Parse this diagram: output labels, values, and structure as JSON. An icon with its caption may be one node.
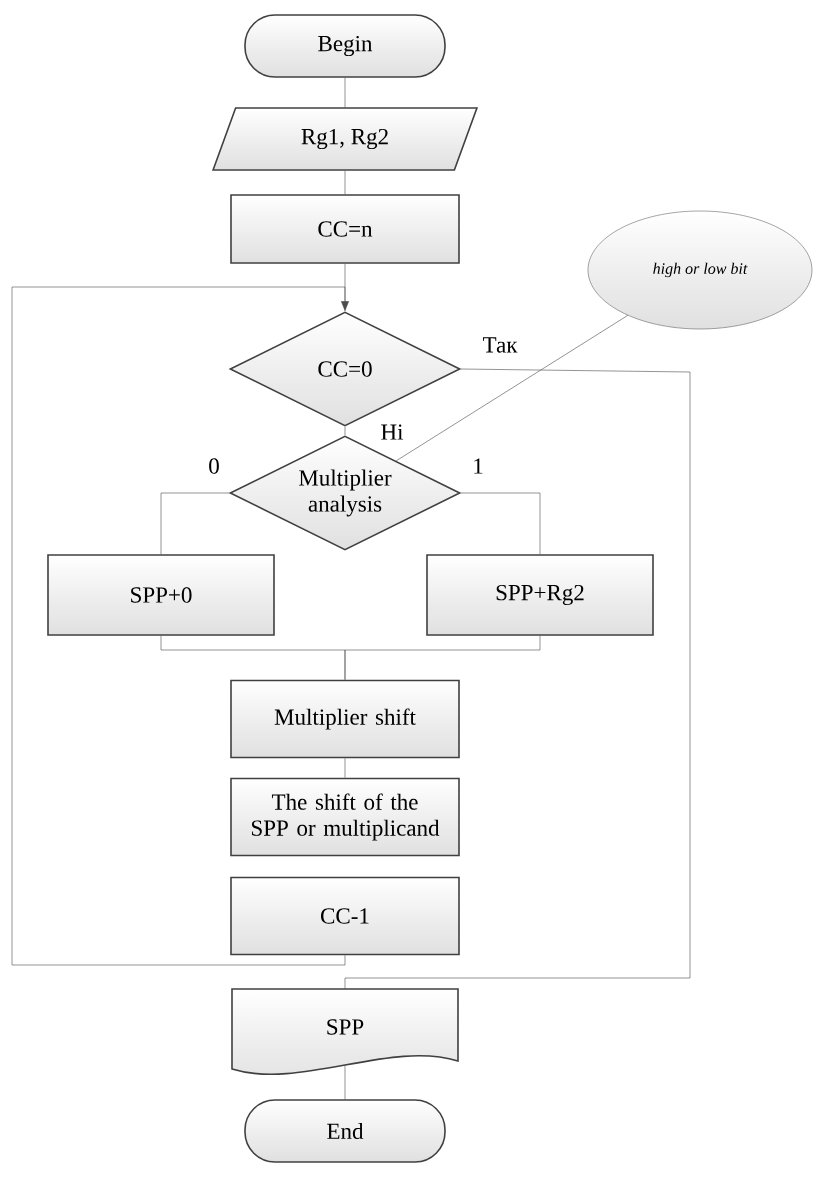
{
  "diagram": {
    "nodes": [
      {
        "text": [
          "Begin"
        ]
      },
      {
        "text": [
          "Rg1, Rg2"
        ]
      },
      {
        "text": [
          "CC=n"
        ]
      },
      {
        "text": [
          "high or low bit"
        ]
      },
      {
        "text": [
          "CC=0"
        ]
      },
      {
        "text": [
          "Multiplier analysis"
        ]
      },
      {
        "text": [
          "SPP+0"
        ]
      },
      {
        "text": [
          "SPP+Rg2"
        ]
      },
      {
        "text": [
          "Multiplier shift"
        ]
      },
      {
        "text": [
          "The shift of the SPP or multiplicand"
        ]
      },
      {
        "text": [
          "CC-1"
        ]
      },
      {
        "text": [
          "SPP"
        ]
      },
      {
        "text": [
          "End"
        ]
      }
    ],
    "edges": [
      {
        "from": 0,
        "to": 1,
        "arrow": "none"
      },
      {
        "from": 1,
        "to": 2,
        "arrow": "none"
      },
      {
        "from": 2,
        "to": 4,
        "arrow": "none"
      },
      {
        "from": 10,
        "to": 4,
        "arrow": "to"
      },
      {
        "from": 4,
        "to": 5,
        "arrow": "none",
        "label": "Ні"
      },
      {
        "from": 4,
        "to": 11,
        "arrow": "none",
        "label": "Так"
      },
      {
        "from": 5,
        "to": 6,
        "arrow": "none",
        "label": "0"
      },
      {
        "from": 5,
        "to": 7,
        "arrow": "none",
        "label": "1"
      },
      {
        "from": 6,
        "to": 8,
        "arrow": "none"
      },
      {
        "from": 7,
        "to": 8,
        "arrow": "none"
      },
      {
        "from": 8,
        "to": 9,
        "arrow": "none"
      },
      {
        "from": 11,
        "to": 12,
        "arrow": "none"
      },
      {
        "from": 3,
        "to": 5,
        "arrow": "none"
      }
    ]
  }
}
